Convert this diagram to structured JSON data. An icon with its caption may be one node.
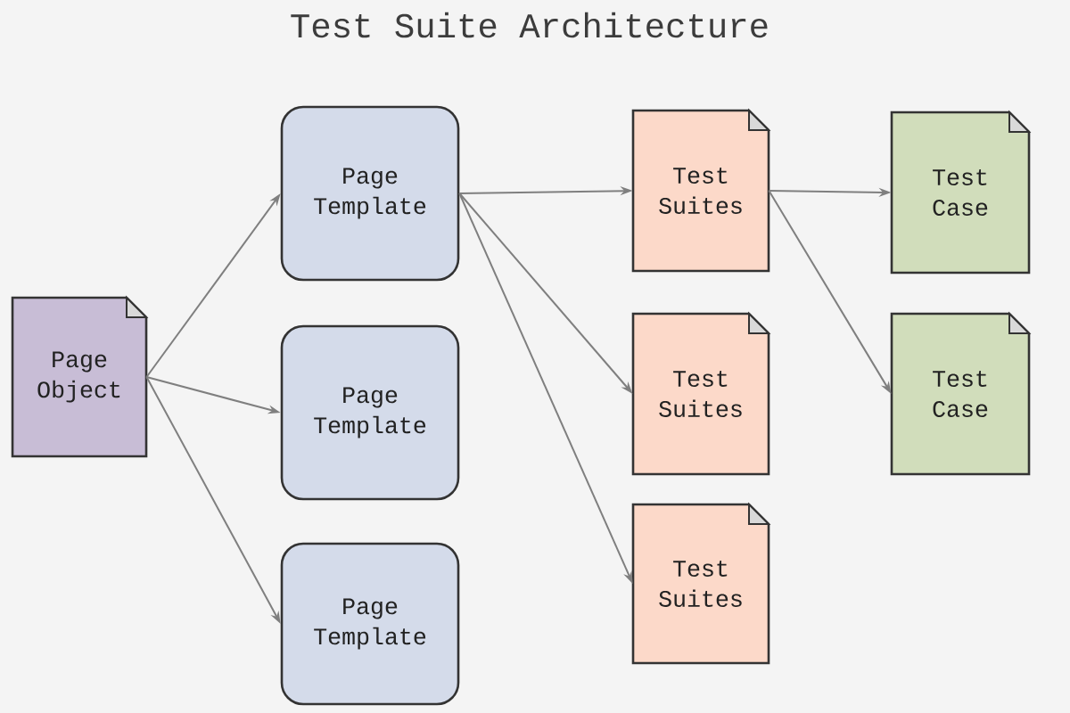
{
  "diagram": {
    "title": "Test Suite Architecture",
    "nodes": [
      {
        "text": [
          "Page Object"
        ]
      },
      {
        "text": [
          "Page Template"
        ]
      },
      {
        "text": [
          "Page Template"
        ]
      },
      {
        "text": [
          "Page Template"
        ]
      },
      {
        "text": [
          "Test Suites"
        ]
      },
      {
        "text": [
          "Test Suites"
        ]
      },
      {
        "text": [
          "Test Suites"
        ]
      },
      {
        "text": [
          "Test Case"
        ]
      },
      {
        "text": [
          "Test Case"
        ]
      }
    ],
    "edges": [
      {
        "from": 0,
        "to": 1,
        "arrow": "to"
      },
      {
        "from": 0,
        "to": 2,
        "arrow": "to"
      },
      {
        "from": 0,
        "to": 3,
        "arrow": "to"
      },
      {
        "from": 1,
        "to": 4,
        "arrow": "to"
      },
      {
        "from": 1,
        "to": 5,
        "arrow": "to"
      },
      {
        "from": 1,
        "to": 6,
        "arrow": "to"
      },
      {
        "from": 4,
        "to": 7,
        "arrow": "to"
      },
      {
        "from": 4,
        "to": 8,
        "arrow": "to"
      }
    ]
  }
}
